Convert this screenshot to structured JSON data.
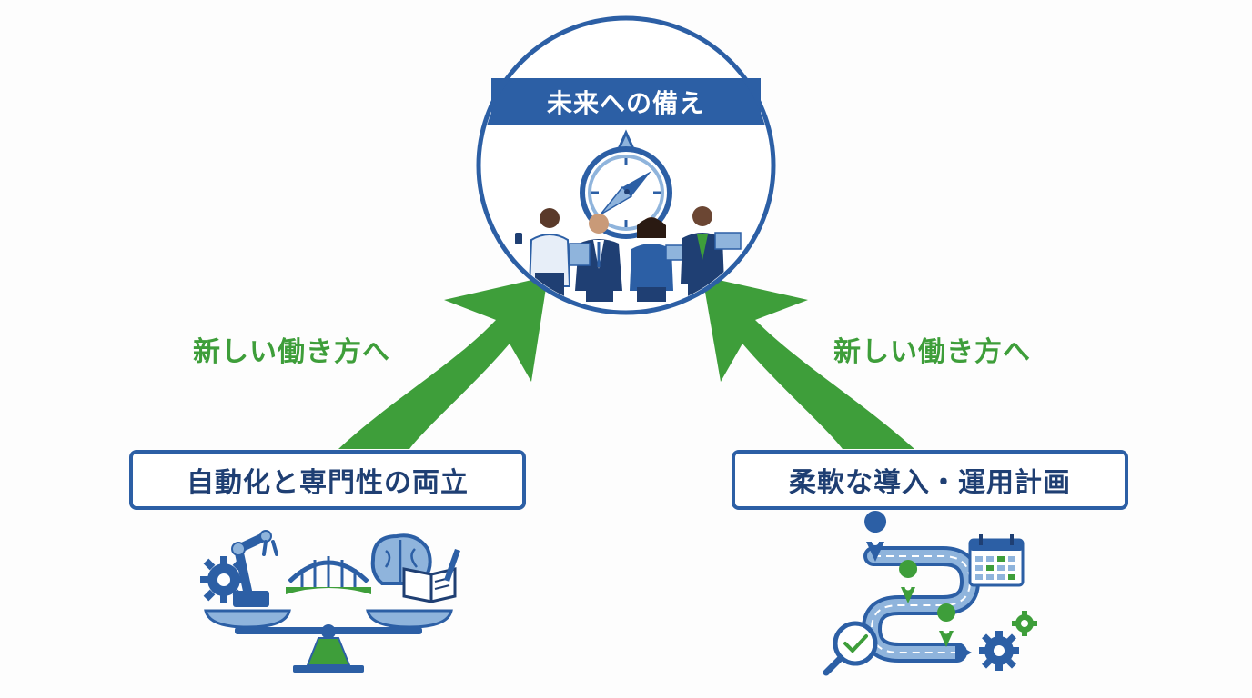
{
  "title": "未来への備え",
  "left": {
    "arrow_label": "新しい働き方へ",
    "box_label": "自動化と専門性の両立"
  },
  "right": {
    "arrow_label": "新しい働き方へ",
    "box_label": "柔軟な導入・運用計画"
  },
  "colors": {
    "primary_blue": "#2c5fa5",
    "dark_blue": "#1f3f73",
    "light_blue": "#8fb4dc",
    "green": "#3e9e3a",
    "white": "#ffffff"
  },
  "icons": {
    "center": [
      "compass-icon",
      "business-team-icon"
    ],
    "left": [
      "robot-arm-icon",
      "gear-icon",
      "bridge-icon",
      "brain-icon",
      "book-pen-icon",
      "balance-scale-icon"
    ],
    "right": [
      "winding-road-icon",
      "map-pin-icon",
      "calendar-icon",
      "checkmark-magnifier-icon",
      "gears-icon"
    ]
  }
}
